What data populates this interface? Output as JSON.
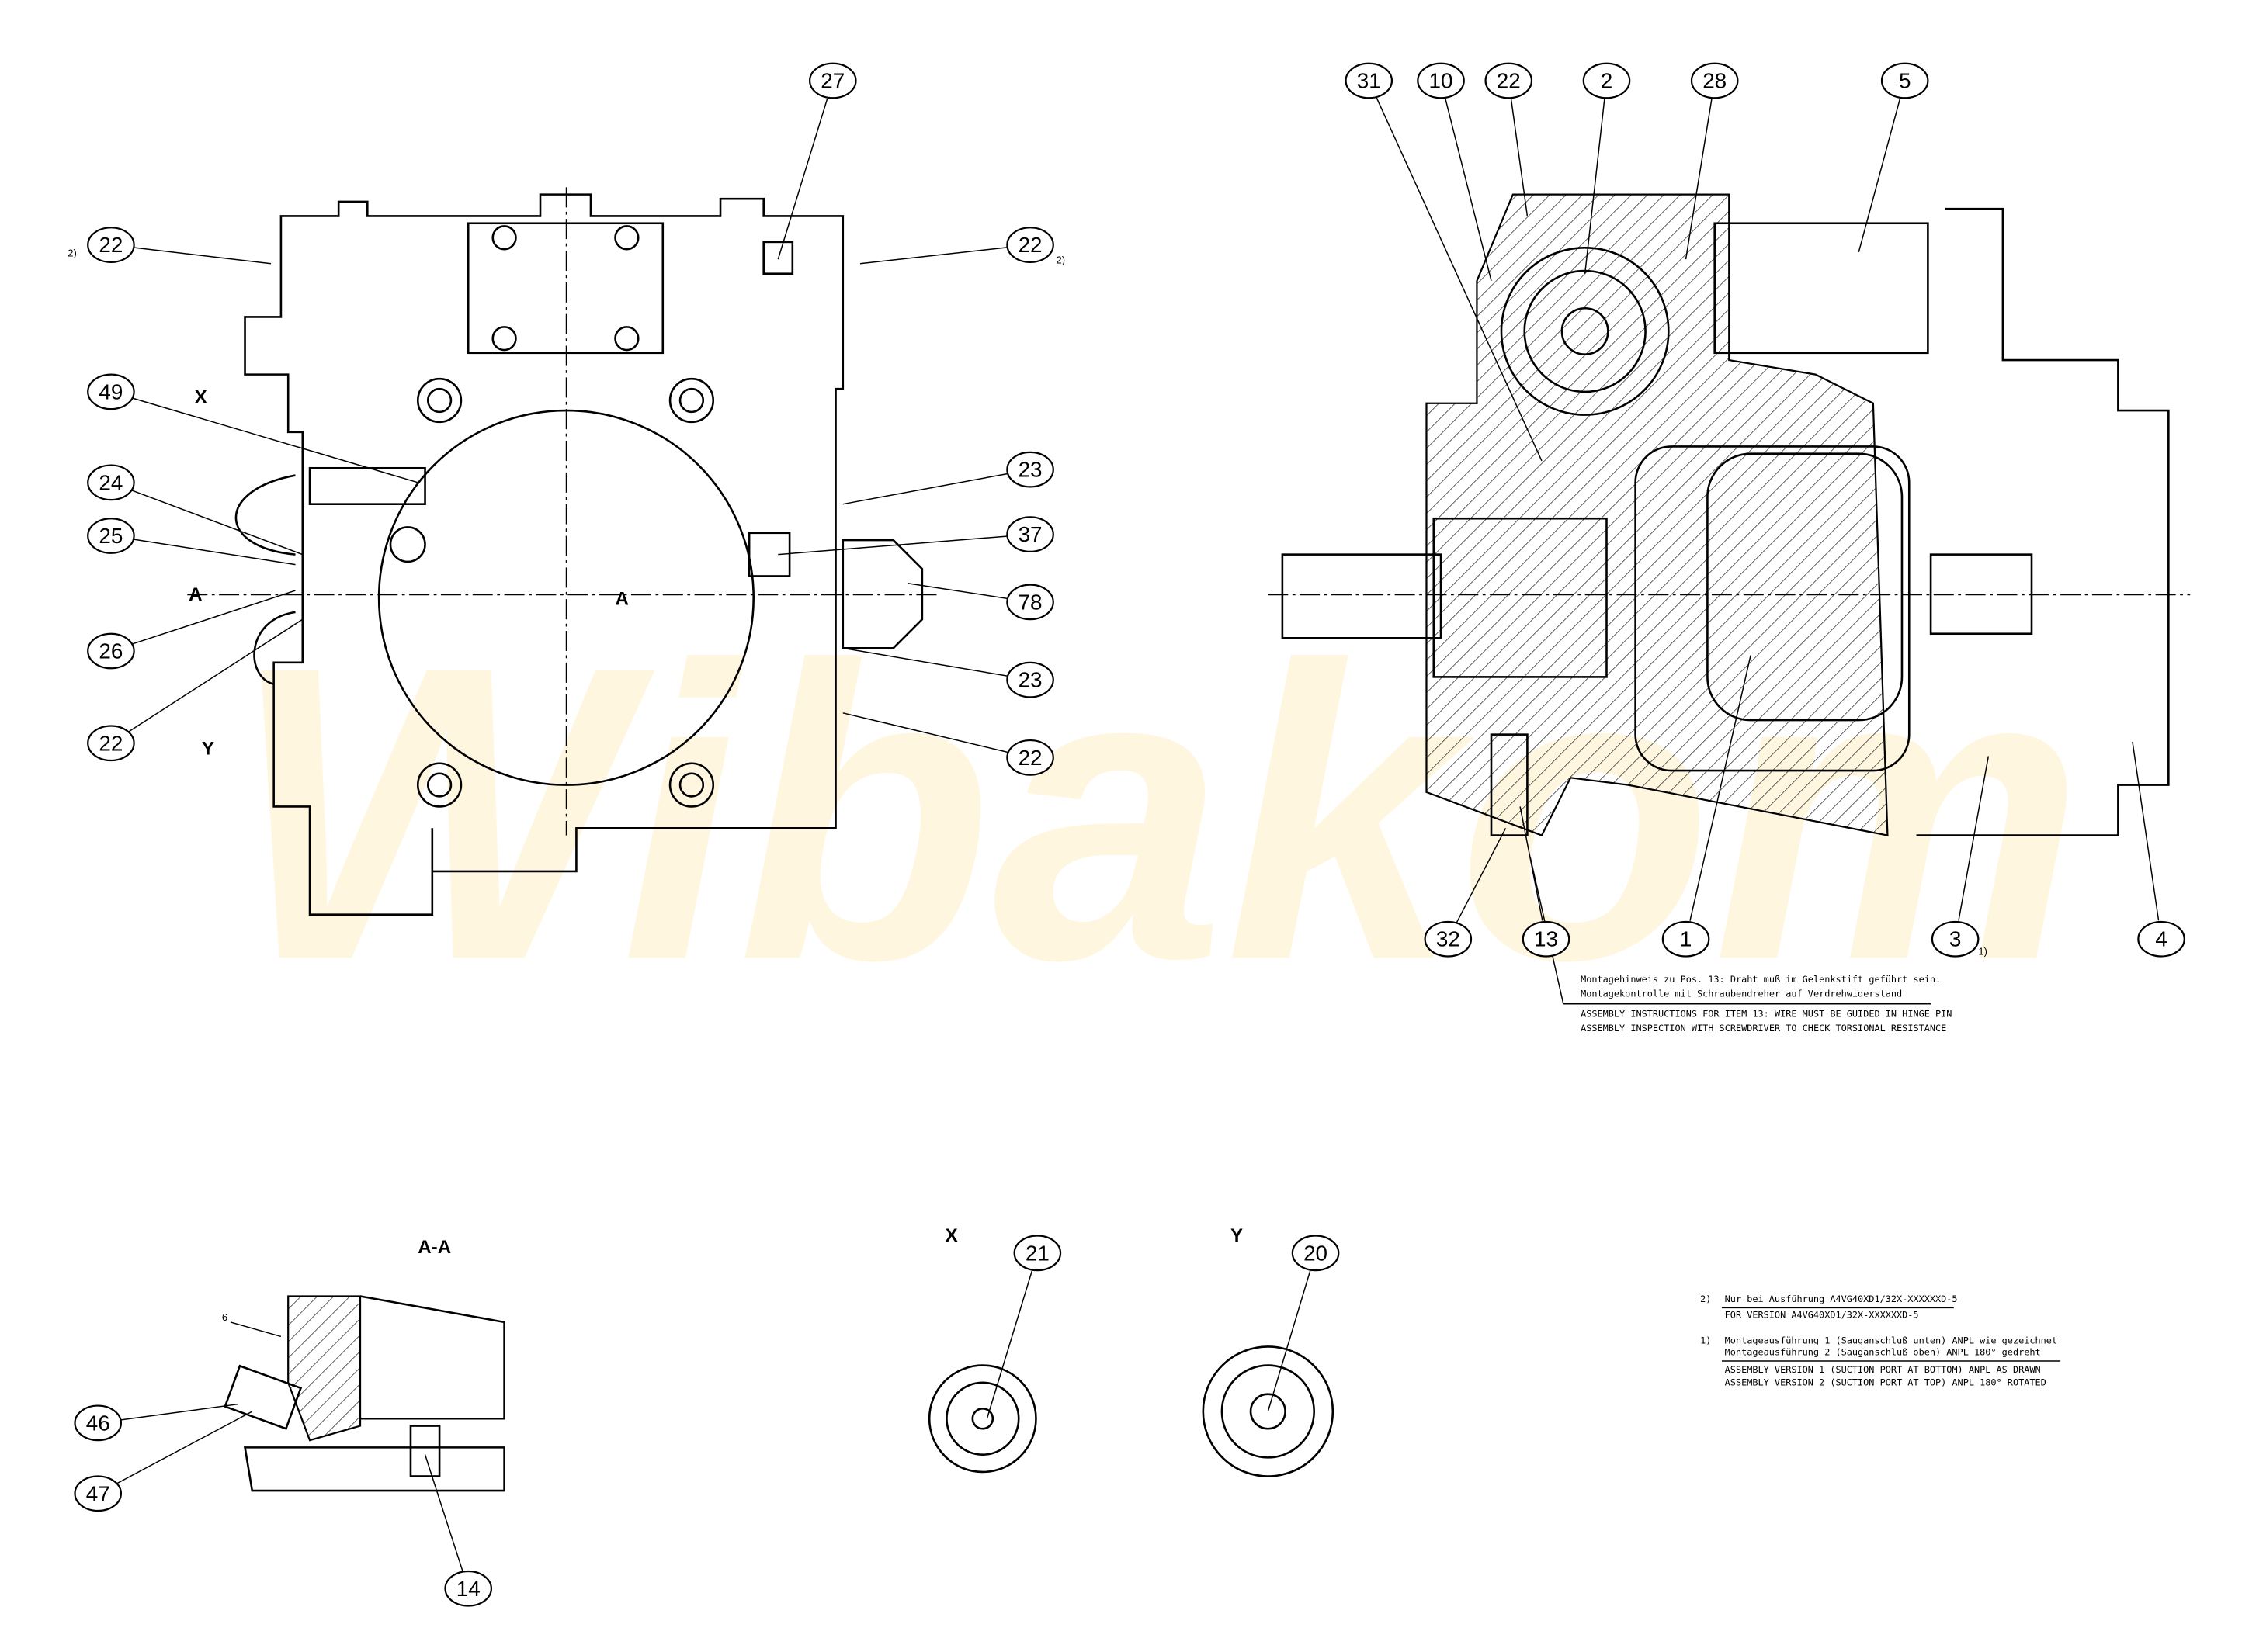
{
  "watermark": "Wibakom",
  "left_view": {
    "balloons": [
      "22",
      "27",
      "22",
      "49",
      "24",
      "25",
      "26",
      "22",
      "23",
      "37",
      "78",
      "23",
      "22"
    ],
    "footnote_marks": [
      "2)",
      "2)"
    ],
    "port_labels": {
      "x": "X",
      "y": "Y"
    },
    "section_labels": [
      "A",
      "A"
    ]
  },
  "right_view": {
    "balloons": [
      "31",
      "10",
      "22",
      "2",
      "28",
      "5",
      "32",
      "13",
      "1",
      "3",
      "4"
    ],
    "footnote_mark": "1)",
    "assembly_note": {
      "de_line1": "Montagehinweis zu Pos. 13: Draht muß im Gelenkstift geführt sein.",
      "de_line2": "Montagekontrolle mit Schraubendreher auf Verdrehwiderstand",
      "en_line1": "ASSEMBLY INSTRUCTIONS FOR ITEM 13: WIRE MUST BE GUIDED IN HINGE PIN",
      "en_line2": "ASSEMBLY INSPECTION WITH SCREWDRIVER TO CHECK TORSIONAL RESISTANCE"
    }
  },
  "section_aa": {
    "title": "A-A",
    "dimension": "6",
    "balloons": [
      "46",
      "47",
      "14"
    ]
  },
  "detail_x": {
    "title": "X",
    "balloon": "21"
  },
  "detail_y": {
    "title": "Y",
    "balloon": "20"
  },
  "footnotes": [
    {
      "mark": "2)",
      "de": "Nur bei Ausführung A4VG40XD1/32X-XXXXXXD-5",
      "en": "FOR VERSION A4VG40XD1/32X-XXXXXXD-5"
    },
    {
      "mark": "1)",
      "de_line1": "Montageausführung 1 (Sauganschluß unten) ANPL wie gezeichnet",
      "de_line2": "Montageausführung 2 (Sauganschluß oben) ANPL 180° gedreht",
      "en_line1": "ASSEMBLY VERSION 1 (SUCTION PORT AT BOTTOM) ANPL AS DRAWN",
      "en_line2": "ASSEMBLY VERSION 2 (SUCTION PORT AT TOP) ANPL 180° ROTATED"
    }
  ]
}
